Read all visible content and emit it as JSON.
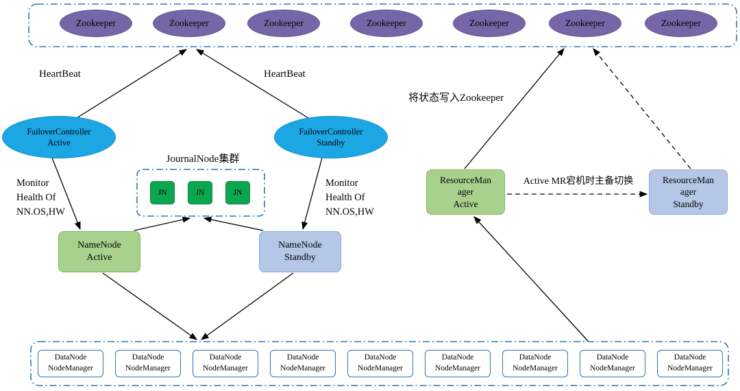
{
  "zookeeper_cluster": {
    "items": [
      {
        "label": "Zookeeper"
      },
      {
        "label": "Zookeeper"
      },
      {
        "label": "Zookeeper"
      },
      {
        "label": "Zookeeper"
      },
      {
        "label": "Zookeeper"
      },
      {
        "label": "Zookeeper"
      },
      {
        "label": "Zookeeper"
      }
    ]
  },
  "failover": {
    "active": {
      "line1": "FailoverController",
      "line2": "Active"
    },
    "standby": {
      "line1": "FailoverController",
      "line2": "Standby"
    }
  },
  "journalnodes": {
    "title": "JournalNode集群",
    "items": [
      {
        "label": "JN"
      },
      {
        "label": "JN"
      },
      {
        "label": "JN"
      }
    ]
  },
  "namenode": {
    "active": {
      "line1": "NameNode",
      "line2": "Active"
    },
    "standby": {
      "line1": "NameNode",
      "line2": "Standby"
    }
  },
  "resourcemanager": {
    "active": {
      "line1": "ResourceMan",
      "line2": "ager",
      "line3": "Active"
    },
    "standby": {
      "line1": "ResourceMan",
      "line2": "ager",
      "line3": "Standby"
    }
  },
  "datanodes": {
    "items": [
      {
        "line1": "DataNode",
        "line2": "NodeManager"
      },
      {
        "line1": "DataNode",
        "line2": "NodeManager"
      },
      {
        "line1": "DataNode",
        "line2": "NodeManager"
      },
      {
        "line1": "DataNode",
        "line2": "NodeManager"
      },
      {
        "line1": "DataNode",
        "line2": "NodeManager"
      },
      {
        "line1": "DataNode",
        "line2": "NodeManager"
      },
      {
        "line1": "DataNode",
        "line2": "NodeManager"
      },
      {
        "line1": "DataNode",
        "line2": "NodeManager"
      },
      {
        "line1": "DataNode",
        "line2": "NodeManager"
      }
    ]
  },
  "labels": {
    "heartbeat_left": "HeartBeat",
    "heartbeat_right": "HeartBeat",
    "monitor_left": {
      "line1": "Monitor",
      "line2": "Health Of",
      "line3": "NN.OS,HW"
    },
    "monitor_right": {
      "line1": "Monitor",
      "line2": "Health Of",
      "line3": "NN.OS,HW"
    },
    "write_state": "将状态写入Zookeeper",
    "mr_failover": "Active MR宕机时主备切换"
  },
  "colors": {
    "zookeeper_fill": "#7566A8",
    "failovercontroller_fill": "#1CA6E4",
    "active_green_fill": "#A9D18E",
    "standby_blue_fill": "#B4C7E7",
    "journalnode_fill": "#0CA64F",
    "cluster_border_blue": "#2E74B5",
    "arrow_color": "#000000"
  }
}
